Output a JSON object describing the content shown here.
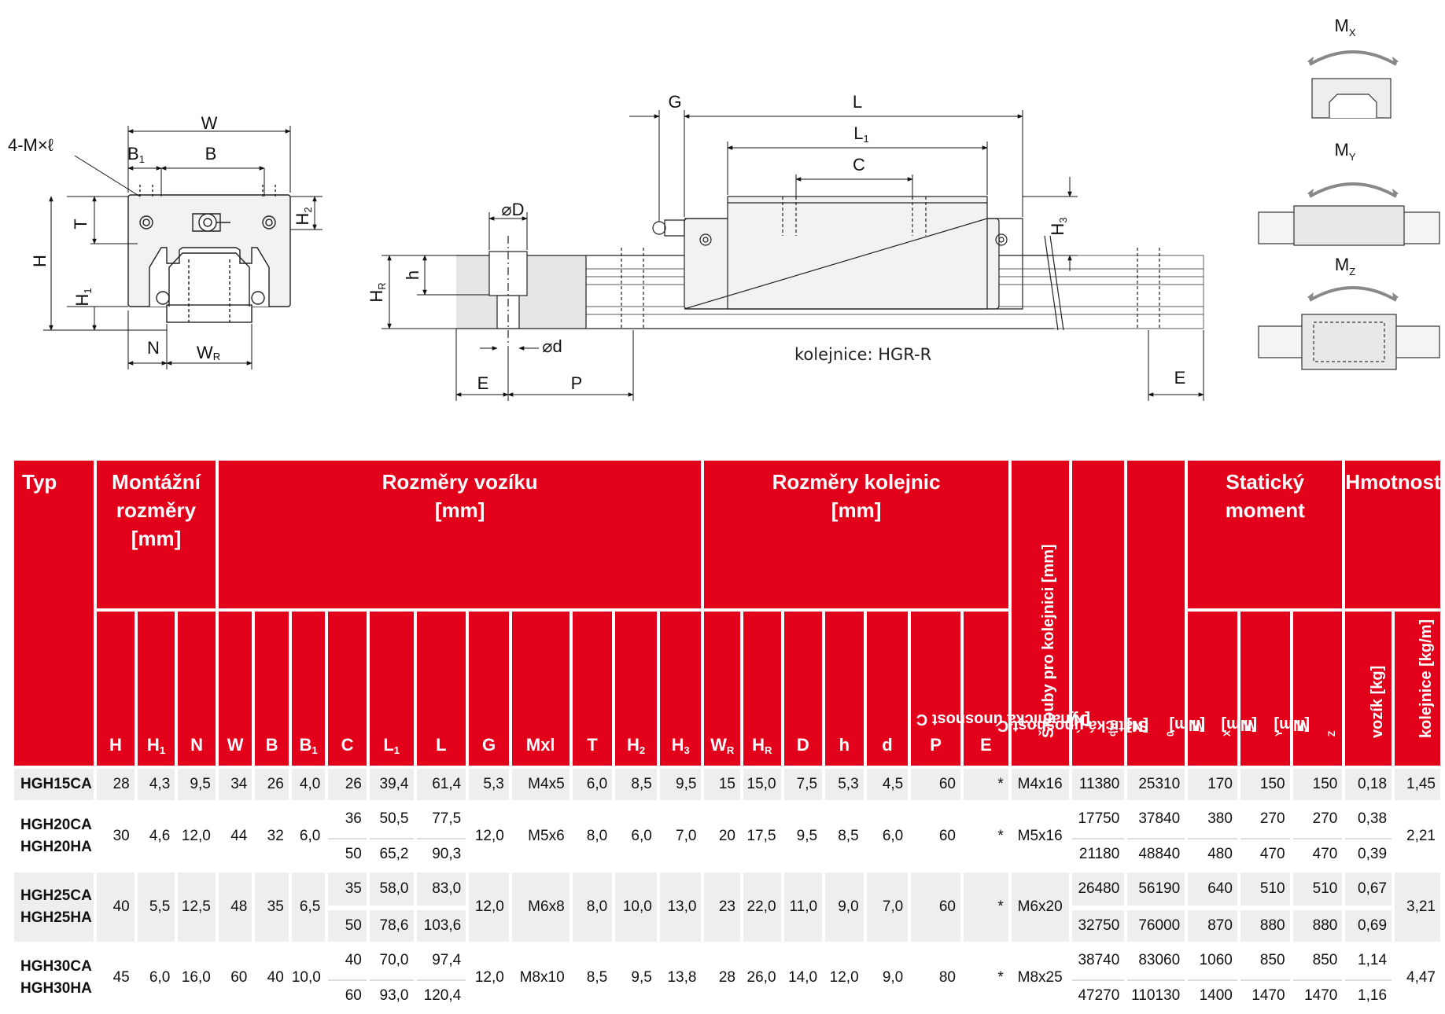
{
  "drawing_labels": {
    "front": {
      "W": "W",
      "B": "B",
      "B1": "B",
      "B1_sub": "1",
      "mxl": "4-M×ℓ",
      "T": "T",
      "H": "H",
      "H1": "H",
      "H1_sub": "1",
      "H2": "H",
      "H2_sub": "2",
      "N": "N",
      "WR": "W",
      "WR_sub": "R"
    },
    "side": {
      "G": "G",
      "L": "L",
      "L1": "L",
      "L1_sub": "1",
      "C": "C",
      "D": "⌀D",
      "h": "h",
      "HR": "H",
      "HR_sub": "R",
      "d": "⌀d",
      "E_left": "E",
      "P": "P",
      "E_right": "E",
      "H3": "H",
      "H3_sub": "3"
    },
    "rail_caption": "kolejnice: HGR-R",
    "moments": {
      "MX": "M",
      "MX_sub": "X",
      "MY": "M",
      "MY_sub": "Y",
      "MZ": "M",
      "MZ_sub": "Z"
    }
  },
  "table": {
    "headers": {
      "typ": "Typ",
      "mount_l1": "Montážní",
      "mount_l2": "rozměry",
      "mount_l3": "[mm]",
      "block_l1": "Rozměry vozíku",
      "block_l2": "[mm]",
      "rail_l1": "Rozměry kolejnic",
      "rail_l2": "[mm]",
      "bolts": "Šrouby pro kolejnici [mm]",
      "dyn": "Dynamická únosnost C",
      "dyn_sub": "dyn",
      "dyn_unit": " [N]",
      "stat": "Statická únosnost C",
      "stat_sub": "0",
      "stat_unit": " [N]",
      "static_moment": "Statický moment",
      "weight": "Hmotnost",
      "sub_main": [
        "H",
        "H",
        "N",
        "W",
        "B",
        "B",
        "C",
        "L",
        "L",
        "G",
        "Mxl",
        "T",
        "H",
        "H",
        "W",
        "H",
        "D",
        "h",
        "d",
        "P",
        "E"
      ],
      "sub_idx": [
        "",
        "1",
        "",
        "",
        "",
        "1",
        "",
        "1",
        "",
        "",
        "",
        "",
        "2",
        "3",
        "R",
        "R",
        "",
        "",
        "",
        "",
        ""
      ],
      "mx": "M",
      "mx_sub": "X",
      "mx_unit": " [Nm]",
      "my": "M",
      "my_sub": "Y",
      "my_unit": " [Nm]",
      "mz": "M",
      "mz_sub": "Z",
      "mz_unit": " [Nm]",
      "weight_block": "vozík [kg]",
      "weight_rail": "kolejnice [kg/m]"
    },
    "g1": {
      "t1": "HGH15CA",
      "H": "28",
      "H1": "4,3",
      "N": "9,5",
      "W": "34",
      "B": "26",
      "B1": "4,0",
      "C": "26",
      "L1": "39,4",
      "L": "61,4",
      "G": "5,3",
      "Mxl": "M4x5",
      "T": "6,0",
      "H2": "8,5",
      "H3": "9,5",
      "WR": "15",
      "HR": "15,0",
      "D": "7,5",
      "h": "5,3",
      "d": "4,5",
      "P": "60",
      "E": "*",
      "bolt": "M4x16",
      "dyn": "11380",
      "stat": "25310",
      "MX": "170",
      "MY": "150",
      "MZ": "150",
      "wb": "0,18",
      "wr": "1,45"
    },
    "g2": {
      "t1": "HGH20CA",
      "t2": "HGH20HA",
      "H": "30",
      "H1": "4,6",
      "N": "12,0",
      "W": "44",
      "B": "32",
      "B1": "6,0",
      "C1": "36",
      "L11": "50,5",
      "L1": "77,5",
      "C2": "50",
      "L12": "65,2",
      "L2": "90,3",
      "G": "12,0",
      "Mxl": "M5x6",
      "T": "8,0",
      "H2": "6,0",
      "H3": "7,0",
      "WR": "20",
      "HR": "17,5",
      "D": "9,5",
      "h": "8,5",
      "d": "6,0",
      "P": "60",
      "E": "*",
      "bolt": "M5x16",
      "dyn1": "17750",
      "stat1": "37840",
      "MX1": "380",
      "MY1": "270",
      "MZ1": "270",
      "wb1": "0,38",
      "dyn2": "21180",
      "stat2": "48840",
      "MX2": "480",
      "MY2": "470",
      "MZ2": "470",
      "wb2": "0,39",
      "wr": "2,21"
    },
    "g3": {
      "t1": "HGH25CA",
      "t2": "HGH25HA",
      "H": "40",
      "H1": "5,5",
      "N": "12,5",
      "W": "48",
      "B": "35",
      "B1": "6,5",
      "C1": "35",
      "L11": "58,0",
      "L1": "83,0",
      "C2": "50",
      "L12": "78,6",
      "L2": "103,6",
      "G": "12,0",
      "Mxl": "M6x8",
      "T": "8,0",
      "H2": "10,0",
      "H3": "13,0",
      "WR": "23",
      "HR": "22,0",
      "D": "11,0",
      "h": "9,0",
      "d": "7,0",
      "P": "60",
      "E": "*",
      "bolt": "M6x20",
      "dyn1": "26480",
      "stat1": "56190",
      "MX1": "640",
      "MY1": "510",
      "MZ1": "510",
      "wb1": "0,67",
      "dyn2": "32750",
      "stat2": "76000",
      "MX2": "870",
      "MY2": "880",
      "MZ2": "880",
      "wb2": "0,69",
      "wr": "3,21"
    },
    "g4": {
      "t1": "HGH30CA",
      "t2": "HGH30HA",
      "H": "45",
      "H1": "6,0",
      "N": "16,0",
      "W": "60",
      "B": "40",
      "B1": "10,0",
      "C1": "40",
      "L11": "70,0",
      "L1": "97,4",
      "C2": "60",
      "L12": "93,0",
      "L2": "120,4",
      "G": "12,0",
      "Mxl": "M8x10",
      "T": "8,5",
      "H2": "9,5",
      "H3": "13,8",
      "WR": "28",
      "HR": "26,0",
      "D": "14,0",
      "h": "12,0",
      "d": "9,0",
      "P": "80",
      "E": "*",
      "bolt": "M8x25",
      "dyn1": "38740",
      "stat1": "83060",
      "MX1": "1060",
      "MY1": "850",
      "MZ1": "850",
      "wb1": "1,14",
      "dyn2": "47270",
      "stat2": "110130",
      "MX2": "1400",
      "MY2": "1470",
      "MZ2": "1470",
      "wb2": "1,16",
      "wr": "4,47"
    }
  },
  "colors": {
    "header_red": "#e3001b",
    "row_shade": "#eeeeee"
  }
}
